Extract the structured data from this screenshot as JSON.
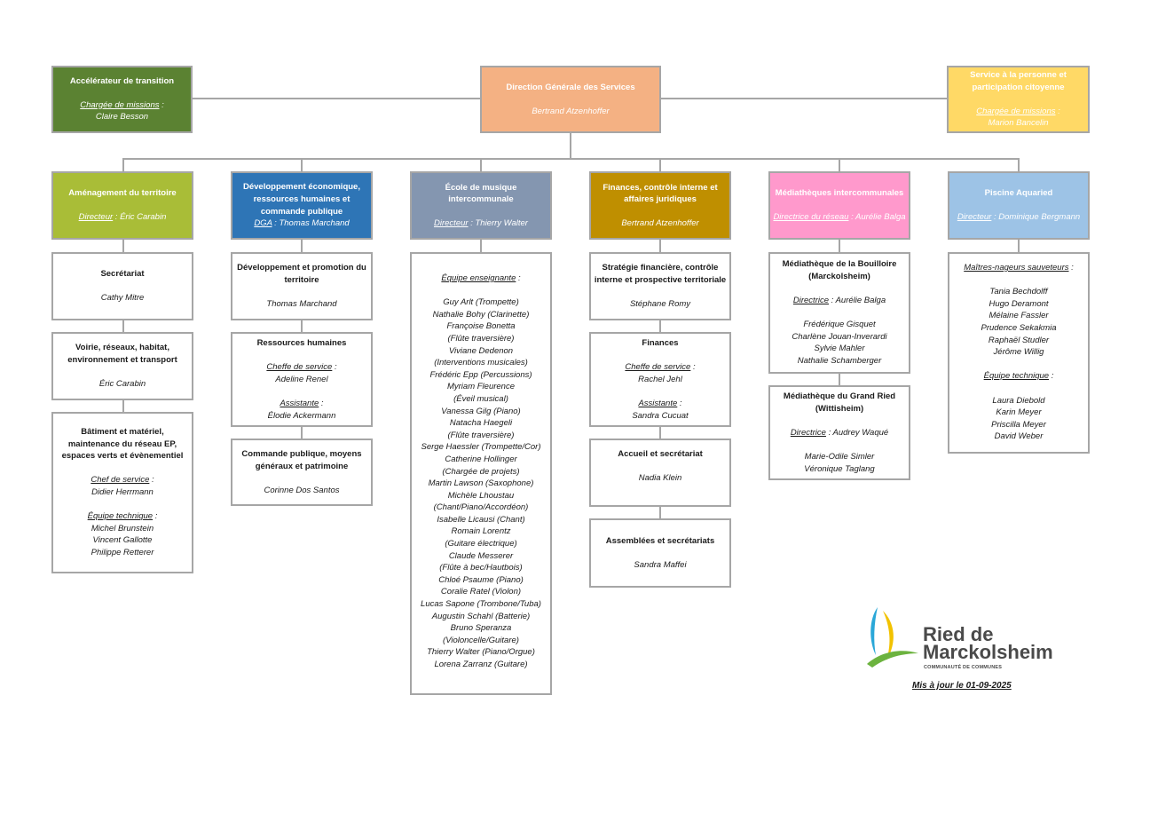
{
  "top": {
    "left": {
      "title": "Accélérateur de transition",
      "role": "Chargée de missions",
      "name": "Claire Besson",
      "color": "#5b8232"
    },
    "center": {
      "title": "Direction Générale des Services",
      "name": "Bertrand Atzenhoffer",
      "color": "#f4b183"
    },
    "right": {
      "title": "Service à la personne et participation citoyenne",
      "role": "Chargée de missions",
      "name": "Marion Bancelin",
      "color": "#ffd966"
    }
  },
  "departments": [
    {
      "title": "Aménagement du territoire",
      "role": "Directeur",
      "name": "Éric Carabin",
      "color": "#a9bd37"
    },
    {
      "title": "Développement économique, ressources humaines et commande publique",
      "role": "DGA",
      "name": "Thomas Marchand",
      "color": "#2e75b6"
    },
    {
      "title": "École de musique intercommunale",
      "role": "Directeur",
      "name": "Thierry Walter",
      "color": "#8496b0"
    },
    {
      "title": "Finances,  contrôle interne et affaires juridiques",
      "name": "Bertrand Atzenhoffer",
      "color": "#bf8f00"
    },
    {
      "title": "Médiathèques intercommunales",
      "role": "Directrice du réseau",
      "name": "Aurélie Balga",
      "color": "#ff99cc"
    },
    {
      "title": "Piscine Aquaried",
      "role": "Directeur",
      "name": "Dominique Bergmann",
      "color": "#9dc3e6"
    }
  ],
  "col1": {
    "sec1": {
      "title": "Secrétariat",
      "name": "Cathy Mitre"
    },
    "sec2": {
      "title": "Voirie, réseaux, habitat, environnement et transport",
      "name": "Éric Carabin"
    },
    "sec3": {
      "title": "Bâtiment et matériel, maintenance du réseau EP, espaces verts et évènementiel",
      "role1": "Chef de service",
      "name1": "Didier Herrmann",
      "role2": "Équipe technique",
      "members": [
        "Michel Brunstein",
        "Vincent Gallotte",
        "Philippe Retterer"
      ]
    }
  },
  "col2": {
    "sec1": {
      "title": "Développement et promotion du territoire",
      "name": "Thomas Marchand"
    },
    "sec2": {
      "title": "Ressources humaines",
      "role1": "Cheffe de service",
      "name1": "Adeline Renel",
      "role2": "Assistante",
      "name2": "Élodie Ackermann"
    },
    "sec3": {
      "title": "Commande publique, moyens généraux et patrimoine",
      "name": "Corinne Dos Santos"
    }
  },
  "col3": {
    "role": "Équipe enseignante",
    "members": [
      "Guy Arlt (Trompette)",
      "Nathalie Bohy (Clarinette)",
      "Françoise Bonetta",
      "(Flûte traversière)",
      "Viviane Dedenon",
      "(Interventions musicales)",
      "Frédéric Epp (Percussions)",
      "Myriam Fleurence",
      "(Éveil musical)",
      "Vanessa Gilg (Piano)",
      "Natacha Haegeli",
      "(Flûte traversière)",
      "Serge Haessler (Trompette/Cor)",
      "Catherine Hollinger",
      "(Chargée de projets)",
      "Martin Lawson (Saxophone)",
      "Michèle Lhoustau",
      "(Chant/Piano/Accordéon)",
      "Isabelle Licausi (Chant)",
      "Romain Lorentz",
      "(Guitare électrique)",
      "Claude Messerer",
      "(Flûte à bec/Hautbois)",
      "Chloé Psaume (Piano)",
      "Coralie Ratel (Violon)",
      "Lucas Sapone (Trombone/Tuba)",
      "Augustin Schahl (Batterie)",
      "Bruno Speranza",
      "(Violoncelle/Guitare)",
      "Thierry Walter (Piano/Orgue)",
      "Lorena Zarranz (Guitare)"
    ]
  },
  "col4": {
    "sec1": {
      "title": "Stratégie financière, contrôle interne et prospective territoriale",
      "name": "Stéphane Romy"
    },
    "sec2": {
      "title": "Finances",
      "role1": "Cheffe de service",
      "name1": "Rachel Jehl",
      "role2": "Assistante",
      "name2": "Sandra Cucuat"
    },
    "sec3": {
      "title": "Accueil et secrétariat",
      "name": "Nadia Klein"
    },
    "sec4": {
      "title": "Assemblées et secrétariats",
      "name": "Sandra Maffei"
    }
  },
  "col5": {
    "sec1": {
      "title": "Médiathèque de la Bouilloire (Marckolsheim)",
      "role": "Directrice",
      "name": "Aurélie Balga",
      "members": [
        "Frédérique Gisquet",
        "Charlène Jouan-Inverardi",
        "Sylvie Mahler",
        "Nathalie Schamberger"
      ]
    },
    "sec2": {
      "title": "Médiathèque du Grand Ried (Wittisheim)",
      "role": "Directrice",
      "name": "Audrey Waqué",
      "members": [
        "Marie-Odile Simler",
        "Véronique Taglang"
      ]
    }
  },
  "col6": {
    "role1": "Maîtres-nageurs sauveteurs",
    "members1": [
      "Tania Bechdolff",
      "Hugo Deramont",
      "Mélaine Fassler",
      "Prudence Sekakmia",
      "Raphaël Studler",
      "Jérôme Willig"
    ],
    "role2": "Équipe technique",
    "members2": [
      "Laura Diebold",
      "Karin Meyer",
      "Priscilla Meyer",
      "David Weber"
    ]
  },
  "logo": {
    "line1": "Ried de",
    "line2": "Marckolsheim",
    "tagline": "COMMUNAUTÉ DE COMMUNES"
  },
  "update_note": "Mis à jour le 01-09-2025"
}
